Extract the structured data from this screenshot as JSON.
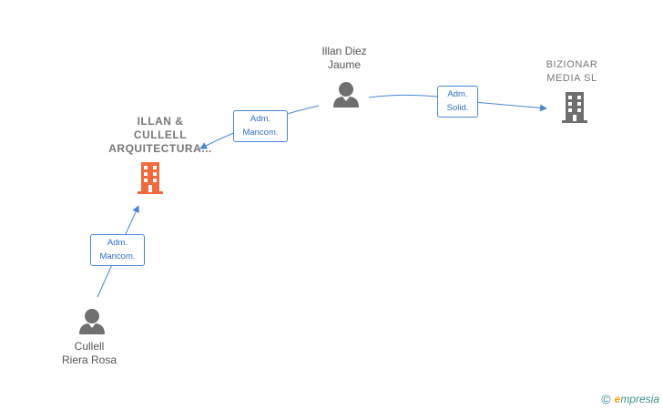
{
  "nodes": {
    "illan_cullell": {
      "line1": "ILLAN &",
      "line2": "CULLELL",
      "line3": "ARQUITECTURA...",
      "type": "company",
      "highlight": true
    },
    "bizionar": {
      "line1": "BIZIONAR",
      "line2": "MEDIA  SL",
      "type": "company",
      "highlight": false
    },
    "illan_diez": {
      "line1": "Illan Diez",
      "line2": "Jaume",
      "type": "person"
    },
    "cullell_riera": {
      "line1": "Cullell",
      "line2": "Riera Rosa",
      "type": "person"
    }
  },
  "edges": [
    {
      "from": "illan_diez",
      "to": "illan_cullell",
      "line1": "Adm.",
      "line2": "Mancom."
    },
    {
      "from": "illan_diez",
      "to": "bizionar",
      "line1": "Adm.",
      "line2": "Solid."
    },
    {
      "from": "cullell_riera",
      "to": "illan_cullell",
      "line1": "Adm.",
      "line2": "Mancom."
    }
  ],
  "colors": {
    "edge": "#4a86d4",
    "company_highlight": "#f26a3b",
    "company": "#6f6f6f",
    "person": "#6f6f6f"
  },
  "icons": {
    "company": "building-icon",
    "person": "person-icon"
  },
  "watermark": {
    "symbol": "©",
    "brand_initial": "e",
    "brand_rest": "mpresia"
  }
}
